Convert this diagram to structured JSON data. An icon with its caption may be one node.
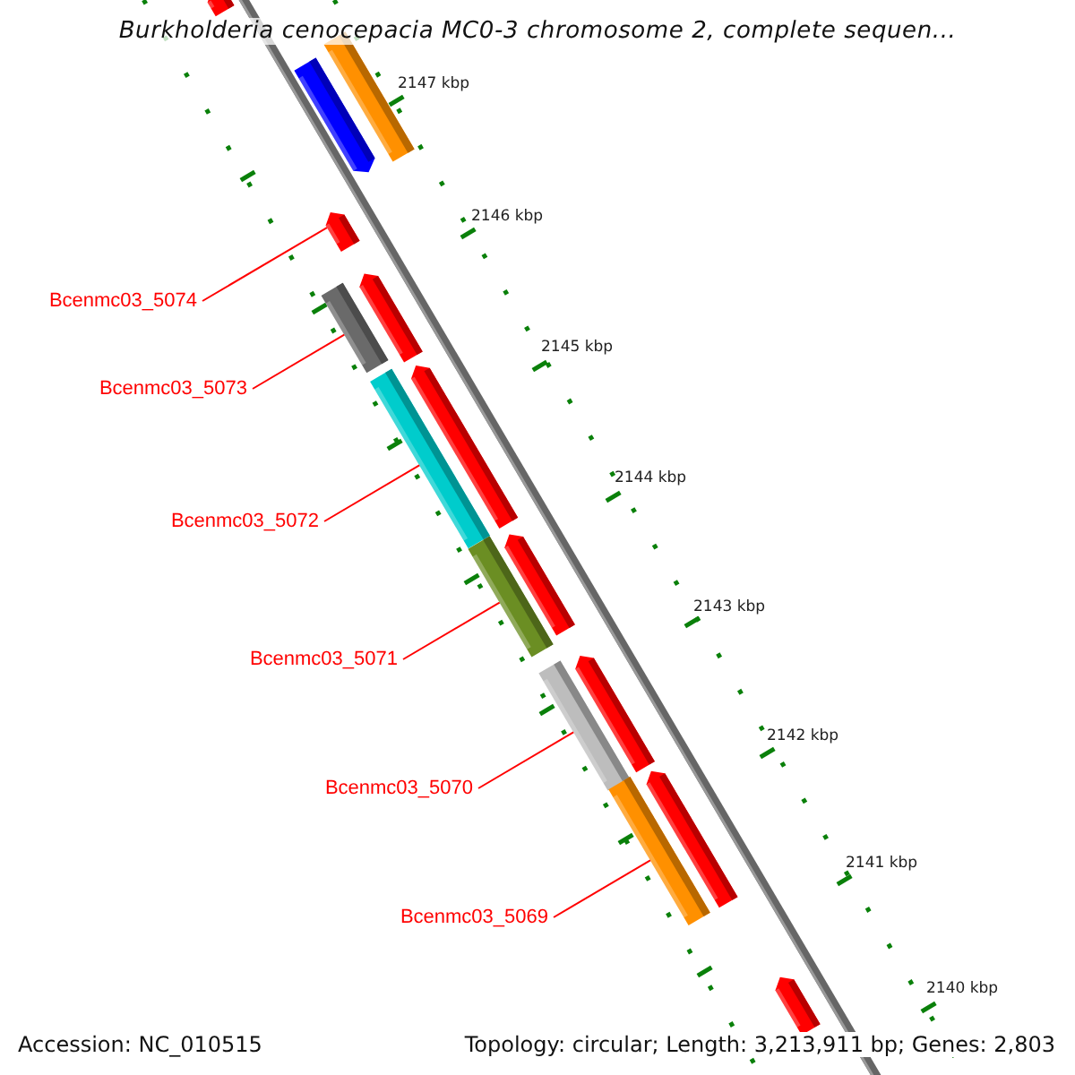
{
  "diagram": {
    "title": "Burkholderia cenocepacia MC0-3 chromosome 2, complete sequen...",
    "nodes": [
      {
        "text": [
          "Bcenmc03_5074"
        ]
      },
      {
        "text": [
          "Bcenmc03_5073"
        ]
      },
      {
        "text": [
          "Bcenmc03_5072"
        ]
      },
      {
        "text": [
          "Bcenmc03_5071"
        ]
      },
      {
        "text": [
          "Bcenmc03_5070"
        ]
      },
      {
        "text": [
          "Bcenmc03_5069"
        ]
      },
      {
        "text": [],
        "shape": "arrow"
      },
      {
        "text": [],
        "shape": "bar"
      },
      {
        "text": [],
        "shape": "arrow"
      },
      {
        "text": [],
        "shape": "arrow"
      },
      {
        "text": [],
        "shape": "arrow"
      },
      {
        "text": [],
        "shape": "bar"
      },
      {
        "text": [],
        "shape": "arrow"
      },
      {
        "text": [],
        "shape": "bar"
      },
      {
        "text": [],
        "shape": "arrow"
      },
      {
        "text": [],
        "shape": "bar"
      },
      {
        "text": [],
        "shape": "arrow"
      },
      {
        "text": [],
        "shape": "bar"
      },
      {
        "text": [],
        "shape": "arrow"
      },
      {
        "text": [],
        "shape": "bar"
      },
      {
        "text": [],
        "shape": "arrow"
      }
    ],
    "edges": [
      {
        "from": 0,
        "to": 9,
        "arrow": "none"
      },
      {
        "from": 1,
        "to": 11,
        "arrow": "none"
      },
      {
        "from": 2,
        "to": 13,
        "arrow": "none"
      },
      {
        "from": 3,
        "to": 15,
        "arrow": "none"
      },
      {
        "from": 4,
        "to": 17,
        "arrow": "none"
      },
      {
        "from": 5,
        "to": 19,
        "arrow": "none"
      }
    ],
    "labels": [
      "2147 kbp",
      "2146 kbp",
      "2145 kbp",
      "2144 kbp",
      "2143 kbp",
      "2142 kbp",
      "2141 kbp",
      "2140 kbp",
      "Accession: NC_010515",
      "Topology: circular; Length: 3,213,911 bp; Genes: 2,803"
    ]
  }
}
